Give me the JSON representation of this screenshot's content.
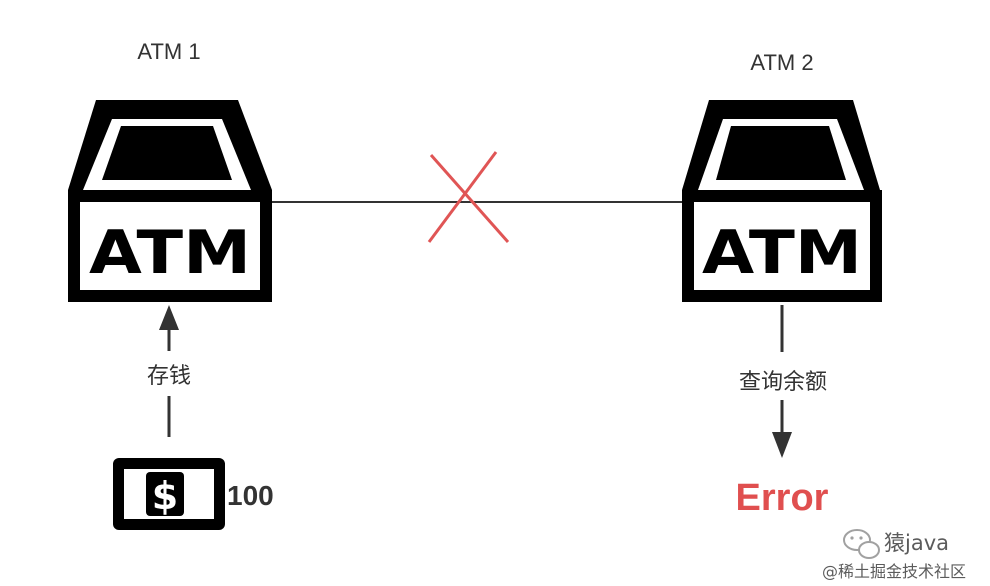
{
  "atm1": {
    "title": "ATM 1",
    "screen_text": "ATM"
  },
  "atm2": {
    "title": "ATM 2",
    "screen_text": "ATM"
  },
  "deposit": {
    "label": "存钱",
    "amount": "100",
    "currency_symbol": "$"
  },
  "query": {
    "label": "查询余额",
    "result": "Error"
  },
  "watermark": {
    "brand": "猿java",
    "site": "@稀土掘金技术社区"
  },
  "colors": {
    "error": "#e04f4f",
    "cross": "#e05555",
    "ink": "#000000",
    "line": "#333333"
  },
  "icons": [
    "atm-icon",
    "dollar-bill-icon",
    "wechat-icon"
  ]
}
